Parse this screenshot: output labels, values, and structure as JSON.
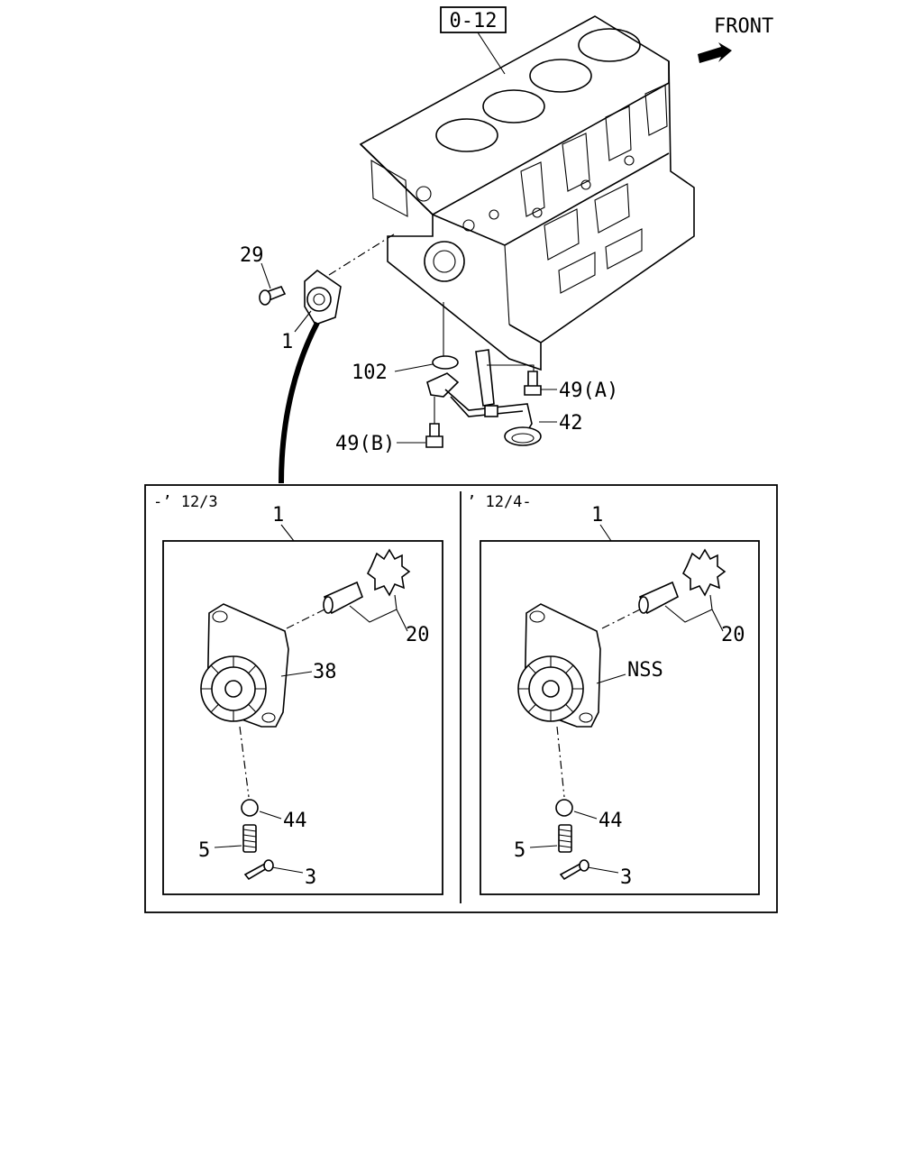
{
  "ref_box": "0-12",
  "front_label": "FRONT",
  "callouts": {
    "bolt_29": "29",
    "pump_1": "1",
    "oring_102": "102",
    "bolt_49a": "49(A)",
    "strainer_42": "42",
    "bolt_49b": "49(B)"
  },
  "panels": [
    {
      "period": "-’ 12/3",
      "assembly": "1",
      "gear_20": "20",
      "body_label": "38",
      "ball_44": "44",
      "spring_5": "5",
      "pin_3": "3"
    },
    {
      "period": "’ 12/4-",
      "assembly": "1",
      "gear_20": "20",
      "body_label": "NSS",
      "ball_44": "44",
      "spring_5": "5",
      "pin_3": "3"
    }
  ]
}
